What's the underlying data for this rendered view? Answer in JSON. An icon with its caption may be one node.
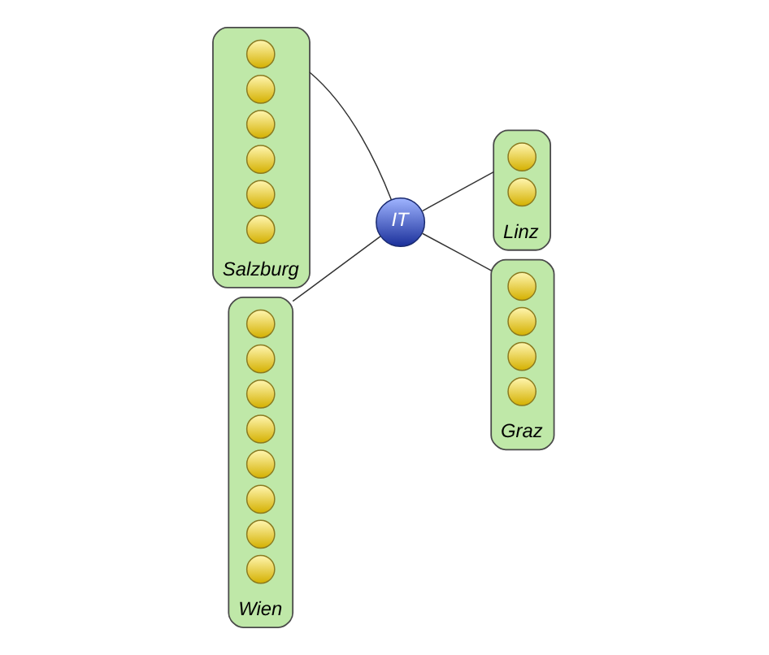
{
  "diagram": {
    "nodes": [
      {
        "text": [
          "Salzburg"
        ]
      },
      {
        "text": [],
        "shape": "circle",
        "in": 0
      },
      {
        "text": [],
        "shape": "circle",
        "in": 0
      },
      {
        "text": [],
        "shape": "circle",
        "in": 0
      },
      {
        "text": [],
        "shape": "circle",
        "in": 0
      },
      {
        "text": [],
        "shape": "circle",
        "in": 0
      },
      {
        "text": [],
        "shape": "circle",
        "in": 0
      },
      {
        "text": [
          "Linz"
        ]
      },
      {
        "text": [],
        "shape": "circle",
        "in": 7
      },
      {
        "text": [],
        "shape": "circle",
        "in": 7
      },
      {
        "text": [
          "IT"
        ]
      },
      {
        "text": [
          "Wien"
        ]
      },
      {
        "text": [],
        "shape": "circle",
        "in": 11
      },
      {
        "text": [],
        "shape": "circle",
        "in": 11
      },
      {
        "text": [],
        "shape": "circle",
        "in": 11
      },
      {
        "text": [],
        "shape": "circle",
        "in": 11
      },
      {
        "text": [],
        "shape": "circle",
        "in": 11
      },
      {
        "text": [],
        "shape": "circle",
        "in": 11
      },
      {
        "text": [],
        "shape": "circle",
        "in": 11
      },
      {
        "text": [],
        "shape": "circle",
        "in": 11
      },
      {
        "text": [
          "Graz"
        ]
      },
      {
        "text": [],
        "shape": "circle",
        "in": 20
      },
      {
        "text": [],
        "shape": "circle",
        "in": 20
      },
      {
        "text": [],
        "shape": "circle",
        "in": 20
      },
      {
        "text": [],
        "shape": "circle",
        "in": 20
      }
    ],
    "edges": [
      {
        "from": 0,
        "to": 10,
        "arrow": "none"
      },
      {
        "from": 11,
        "to": 10,
        "arrow": "none"
      },
      {
        "from": 10,
        "to": 7,
        "arrow": "none"
      },
      {
        "from": 10,
        "to": 20,
        "arrow": "none"
      }
    ]
  }
}
